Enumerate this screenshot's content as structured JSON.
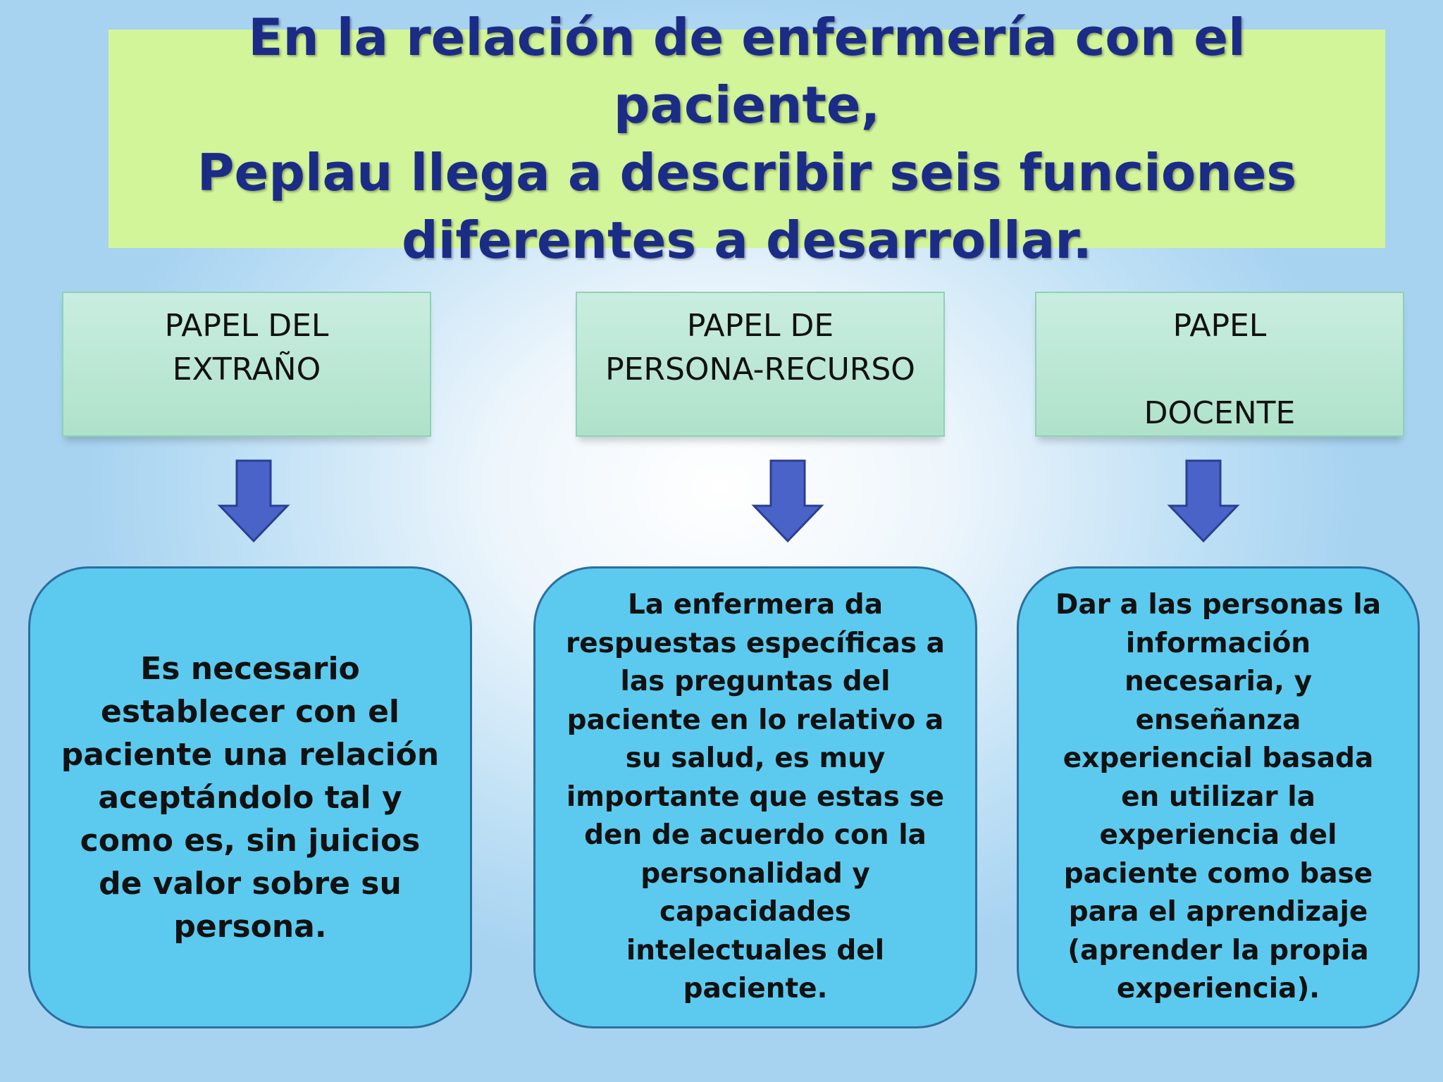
{
  "title": "En la relación de enfermería con el paciente,\nPeplau llega a describir seis funciones\ndiferentes a desarrollar.",
  "roles": [
    {
      "label": "PAPEL DEL\nEXTRAÑO",
      "description": "Es necesario\nestablecer con el\npaciente una relación\naceptándolo tal y\ncomo es, sin juicios\nde valor sobre su\npersona."
    },
    {
      "label": "PAPEL DE\nPERSONA-RECURSO",
      "description": "La enfermera da\nrespuestas específicas a\nlas preguntas del\npaciente en lo relativo a\nsu salud, es muy\nimportante que estas se\nden de acuerdo con la\npersonalidad y\ncapacidades\nintelectuales del\npaciente."
    },
    {
      "label": "PAPEL\n\nDOCENTE",
      "description": "Dar a las personas la\ninformación\nnecesaria, y\nenseñanza\nexperiencial basada\nen utilizar la\nexperiencia del\npaciente como base\npara el aprendizaje\n(aprender la propia\nexperiencia)."
    }
  ],
  "colors": {
    "title_bg": "#d3f59a",
    "title_text": "#1b2c86",
    "role_bg": "#bfe9d7",
    "arrow_fill": "#4a63c8",
    "desc_bg": "#5ccaef"
  },
  "icons": {
    "arrow": "arrow-down-icon"
  }
}
